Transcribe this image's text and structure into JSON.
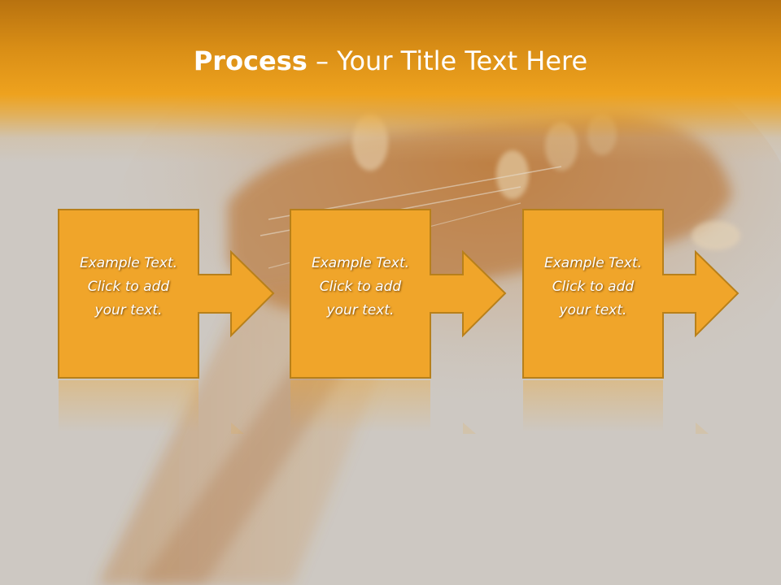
{
  "title": {
    "strong": "Process",
    "rest": " – Your Title Text Here"
  },
  "steps": [
    {
      "lines": [
        "Example Text.",
        "Click  to add",
        "your text."
      ]
    },
    {
      "lines": [
        "Example Text.",
        "Click  to add",
        "your text."
      ]
    },
    {
      "lines": [
        "Example Text.",
        "Click  to add",
        "your text."
      ]
    }
  ],
  "colors": {
    "box_fill": "#f0a52a",
    "box_stroke": "#b8801a",
    "title_band": "#eea21e",
    "background": "#cdc8c2"
  }
}
